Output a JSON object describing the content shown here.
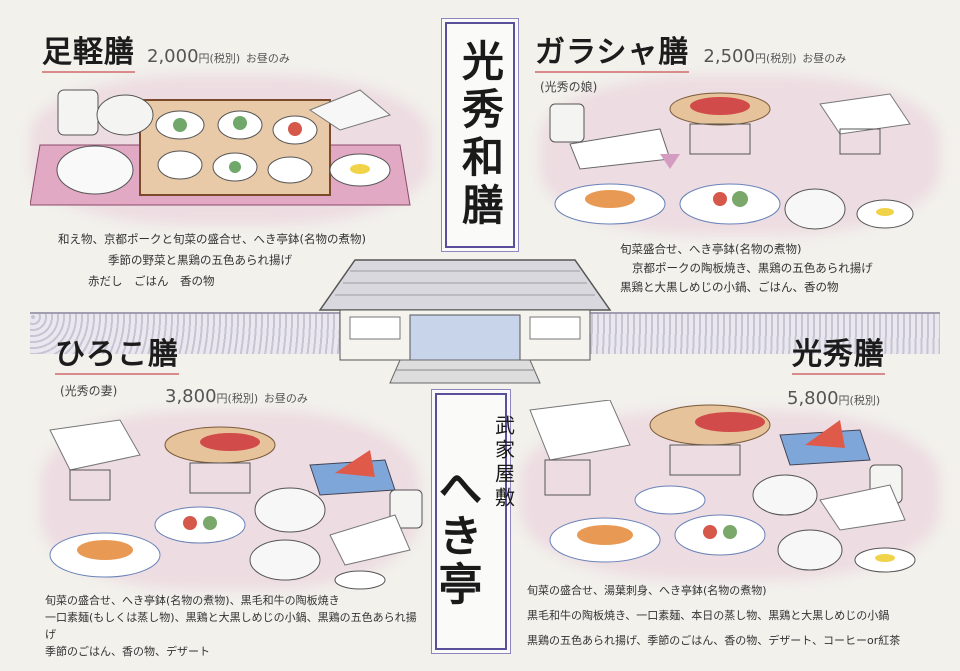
{
  "center_banner": {
    "title": "光秀和膳"
  },
  "restaurant_banner": {
    "subtitle": "武家屋敷",
    "name": "へき亭"
  },
  "menus": [
    {
      "name": "足軽膳",
      "subtitle": "",
      "price": "2,000",
      "currency": "円",
      "tax": "(税別)",
      "note": "お昼のみ",
      "items": [
        "和え物、京都ポークと旬菜の盛合せ、へき亭鉢(名物の煮物)",
        "季節の野菜と黒鶏の五色あられ揚げ",
        "赤だし　ごはん　香の物"
      ]
    },
    {
      "name": "ガラシャ膳",
      "subtitle": "(光秀の娘)",
      "price": "2,500",
      "currency": "円",
      "tax": "(税別)",
      "note": "お昼のみ",
      "items": [
        "旬菜盛合せ、へき亭鉢(名物の煮物)",
        "京都ポークの陶板焼き、黒鶏の五色あられ揚げ",
        "黒鶏と大黒しめじの小鍋、ごはん、香の物"
      ]
    },
    {
      "name": "ひろこ膳",
      "subtitle": "(光秀の妻)",
      "price": "3,800",
      "currency": "円",
      "tax": "(税別)",
      "note": "お昼のみ",
      "items": [
        "旬菜の盛合せ、へき亭鉢(名物の煮物)、黒毛和牛の陶板焼き",
        "一口素麺(もしくは蒸し物)、黒鶏と大黒しめじの小鍋、黒鶏の五色あられ揚げ",
        "季節のごはん、香の物、デザート"
      ]
    },
    {
      "name": "光秀膳",
      "subtitle": "",
      "price": "5,800",
      "currency": "円",
      "tax": "(税別)",
      "note": "",
      "items": [
        "旬菜の盛合せ、湯葉刺身、へき亭鉢(名物の煮物)",
        "黒毛和牛の陶板焼き、一口素麺、本日の蒸し物、黒鶏と大黒しめじの小鍋",
        "黒鶏の五色あられ揚げ、季節のごはん、香の物、デザート、コーヒーor紅茶"
      ]
    }
  ],
  "colors": {
    "paper": "#f2f1ec",
    "banner_border": "#5a4f9a",
    "underline": "#d98a8a",
    "wash": "#e1aac8"
  }
}
